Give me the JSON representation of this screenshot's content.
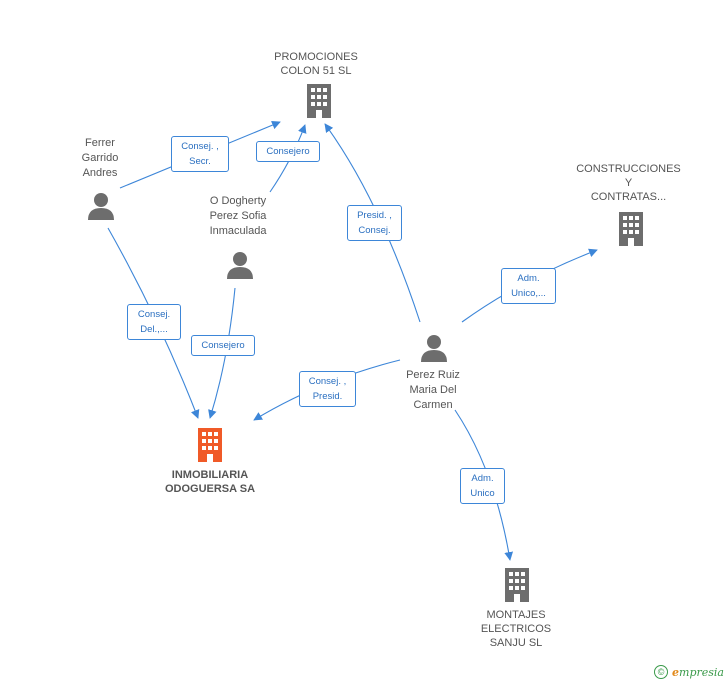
{
  "colors": {
    "edge": "#3d86d8",
    "company": "#6d6d6d",
    "main_company": "#f05a28",
    "person": "#6d6d6d"
  },
  "nodes": {
    "promociones": {
      "label": "PROMOCIONES\nCOLON 51 SL",
      "icon": "building-icon"
    },
    "construcciones": {
      "label": "CONSTRUCCIONES\nY\nCONTRATAS...",
      "icon": "building-icon"
    },
    "inmobiliaria": {
      "label": "INMOBILIARIA\nODOGUERSA SA",
      "icon": "building-icon"
    },
    "montajes": {
      "label": "MONTAJES\nELECTRICOS\nSANJU SL",
      "icon": "building-icon"
    },
    "ferrer": {
      "label": "Ferrer\nGarrido\nAndres",
      "icon": "person-icon"
    },
    "odogherty": {
      "label": "O Dogherty\nPerez Sofia\nInmaculada",
      "icon": "person-icon"
    },
    "perez": {
      "label": "Perez Ruiz\nMaria Del\nCarmen",
      "icon": "person-icon"
    }
  },
  "edges": {
    "ferrer_promociones": "Consej. ,\nSecr.",
    "odogherty_promociones": "Consejero",
    "perez_promociones": "Presid. ,\nConsej.",
    "perez_construcciones": "Adm.\nUnico,...",
    "ferrer_inmobiliaria": "Consej.\nDel.,...",
    "odogherty_inmobiliaria": "Consejero",
    "perez_inmobiliaria": "Consej. ,\nPresid.",
    "perez_montajes": "Adm.\nUnico"
  },
  "footer": {
    "copyright": "©",
    "brand_initial": "e",
    "brand_rest": "mpresia"
  }
}
